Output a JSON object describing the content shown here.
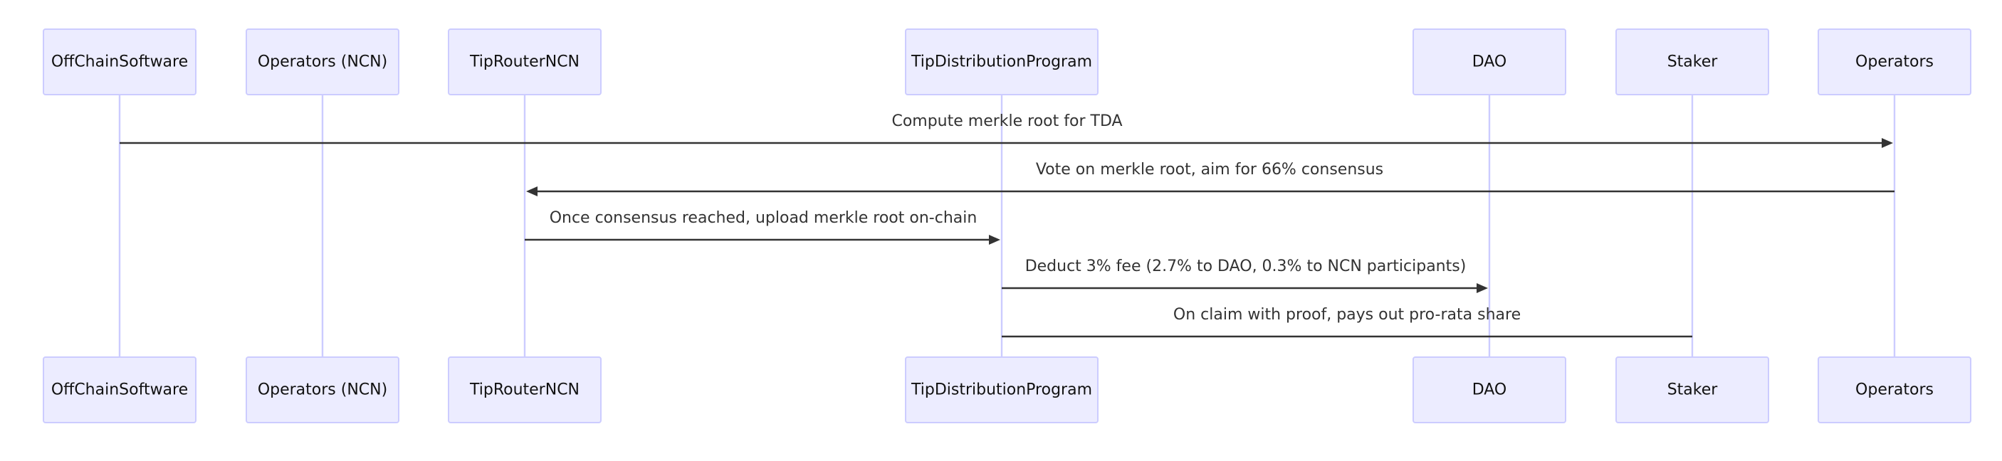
{
  "diagram": {
    "type": "sequence",
    "actors": [
      {
        "id": "offchain",
        "label": "OffChainSoftware"
      },
      {
        "id": "operators_ncn",
        "label": "Operators (NCN)"
      },
      {
        "id": "tiprouter",
        "label": "TipRouterNCN"
      },
      {
        "id": "tipdistribution",
        "label": "TipDistributionProgram"
      },
      {
        "id": "dao",
        "label": "DAO"
      },
      {
        "id": "staker",
        "label": "Staker"
      },
      {
        "id": "operators",
        "label": "Operators"
      }
    ],
    "messages": [
      {
        "from": "offchain",
        "to": "operators",
        "label": "Compute merkle root for TDA",
        "arrow": true
      },
      {
        "from": "operators",
        "to": "tiprouter",
        "label": "Vote on merkle root, aim for 66% consensus",
        "arrow": true
      },
      {
        "from": "tiprouter",
        "to": "tipdistribution",
        "label": "Once consensus reached, upload merkle root on-chain",
        "arrow": true
      },
      {
        "from": "tipdistribution",
        "to": "dao",
        "label": "Deduct 3% fee (2.7% to DAO, 0.3% to NCN participants)",
        "arrow": true
      },
      {
        "from": "staker",
        "to": "tipdistribution",
        "label": "On claim with proof, pays out pro-rata share",
        "arrow": false
      }
    ]
  }
}
